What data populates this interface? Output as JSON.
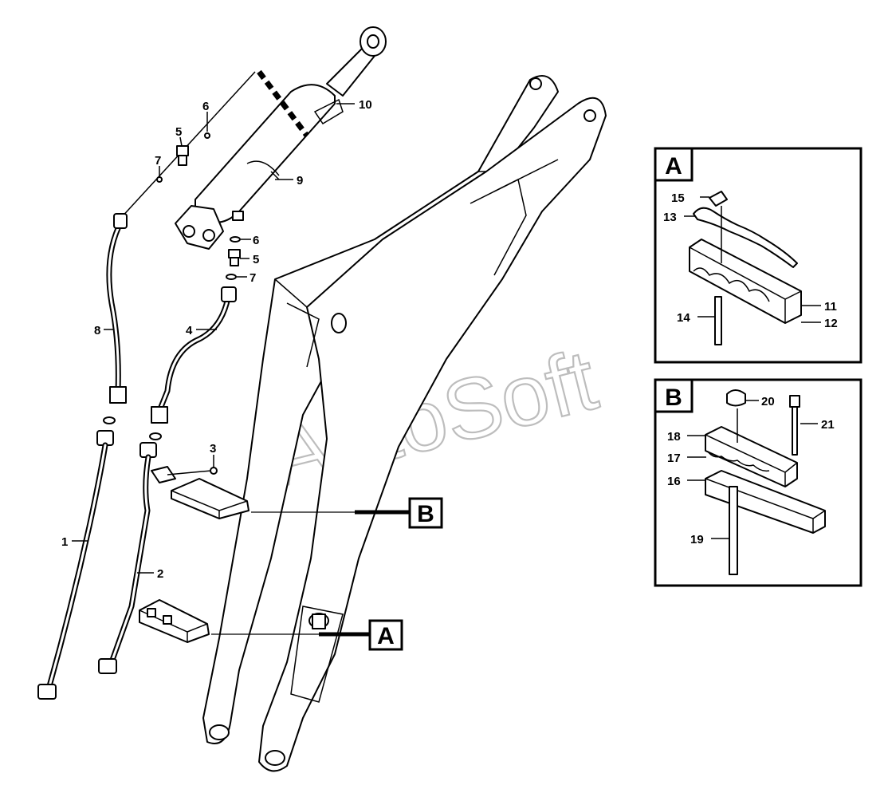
{
  "diagram": {
    "watermark": "AutoSoft",
    "callouts": {
      "c1": "1",
      "c2": "2",
      "c3": "3",
      "c4": "4",
      "c5a": "5",
      "c5b": "5",
      "c6a": "6",
      "c6b": "6",
      "c7a": "7",
      "c7b": "7",
      "c8": "8",
      "c9": "9",
      "c10": "10"
    },
    "view_refs": {
      "ref_a": "A",
      "ref_b": "B"
    },
    "detail_a": {
      "title": "A",
      "labels": {
        "l11": "11",
        "l12": "12",
        "l13": "13",
        "l14": "14",
        "l15": "15"
      }
    },
    "detail_b": {
      "title": "B",
      "labels": {
        "l16": "16",
        "l17": "17",
        "l18": "18",
        "l19": "19",
        "l20": "20",
        "l21": "21"
      }
    }
  }
}
